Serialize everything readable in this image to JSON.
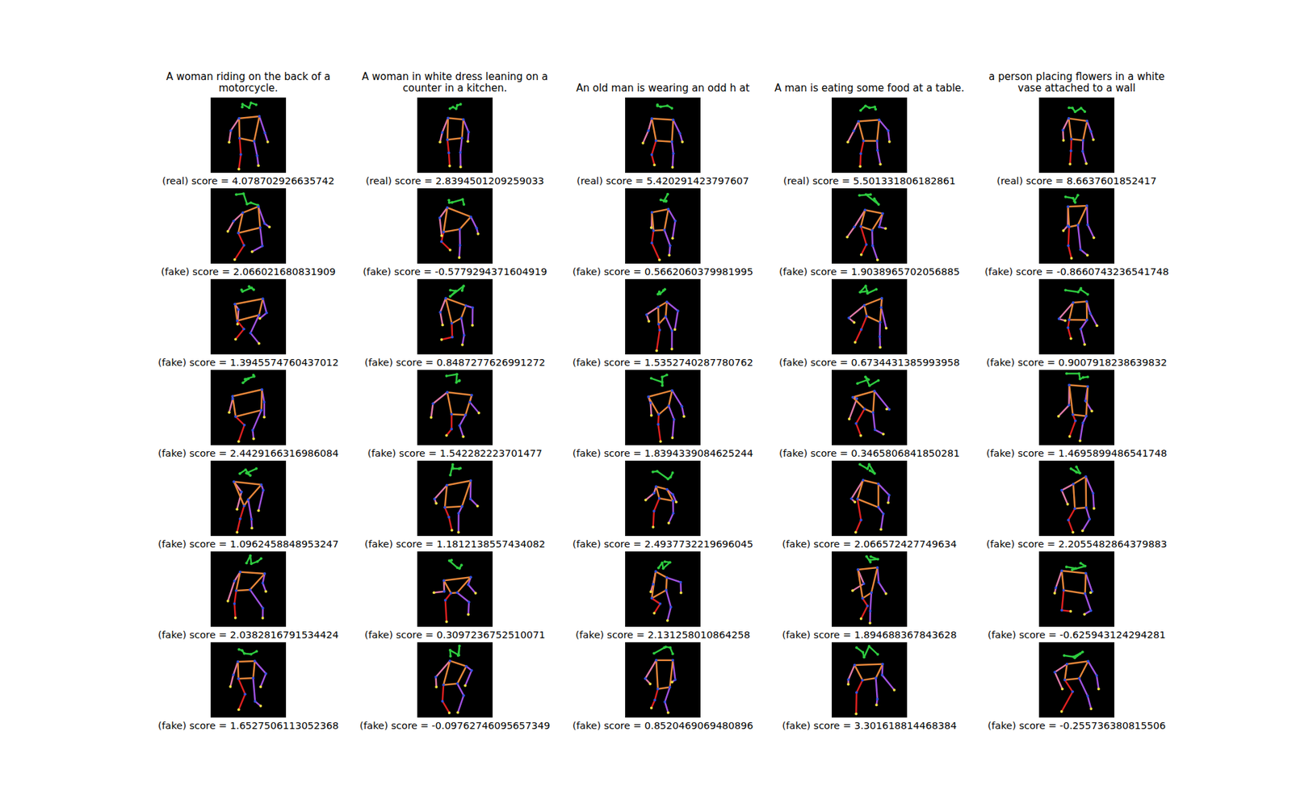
{
  "diagram": {
    "labels": [
      "A woman riding on the back of a motorcycle.",
      "A woman in white dress leaning on a counter in a kitchen.",
      "An old man is wearing an odd h at",
      "A man is eating some food at a table.",
      "a person placing flowers in a white vase attached to a wall",
      "(real) score = 4.078702926635742",
      "(real) score = 2.8394501209259033",
      "(real) score = 5.420291423797607",
      "(real) score = 5.501331806182861",
      "(real) score = 8.6637601852417",
      "(fake) score = 2.066021680831909",
      "(fake) score = -0.5779294371604919",
      "(fake) score = 0.5662060379981995",
      "(fake) score = 1.9038965702056885",
      "(fake) score = -0.8660743236541748",
      "(fake) score = 1.3945574760437012",
      "(fake) score = 0.8487277626991272",
      "(fake) score = 1.5352740287780762",
      "(fake) score = 0.6734431385993958",
      "(fake) score = 0.9007918238639832",
      "(fake) score = 2.4429166316986084",
      "(fake) score = 1.542282223701477",
      "(fake) score = 1.8394339084625244",
      "(fake) score = 0.3465806841850281",
      "(fake) score = 1.4695899486541748",
      "(fake) score = 1.0962458848953247",
      "(fake) score = 1.1812138557434082",
      "(fake) score = 2.4937732219696045",
      "(fake) score = 2.066572427749634",
      "(fake) score = 2.2055482864379883",
      "(fake) score = 2.0382816791534424",
      "(fake) score = 0.3097236752510071",
      "(fake) score = 2.131258010864258",
      "(fake) score = 1.894688367843628",
      "(fake) score = -0.625943124294281",
      "(fake) score = 1.6527506113052368",
      "(fake) score = -0.09762746095657349",
      "(fake) score = 0.8520469069480896",
      "(fake) score = 3.301618814468384",
      "(fake) score = -0.255736380815506"
    ]
  }
}
